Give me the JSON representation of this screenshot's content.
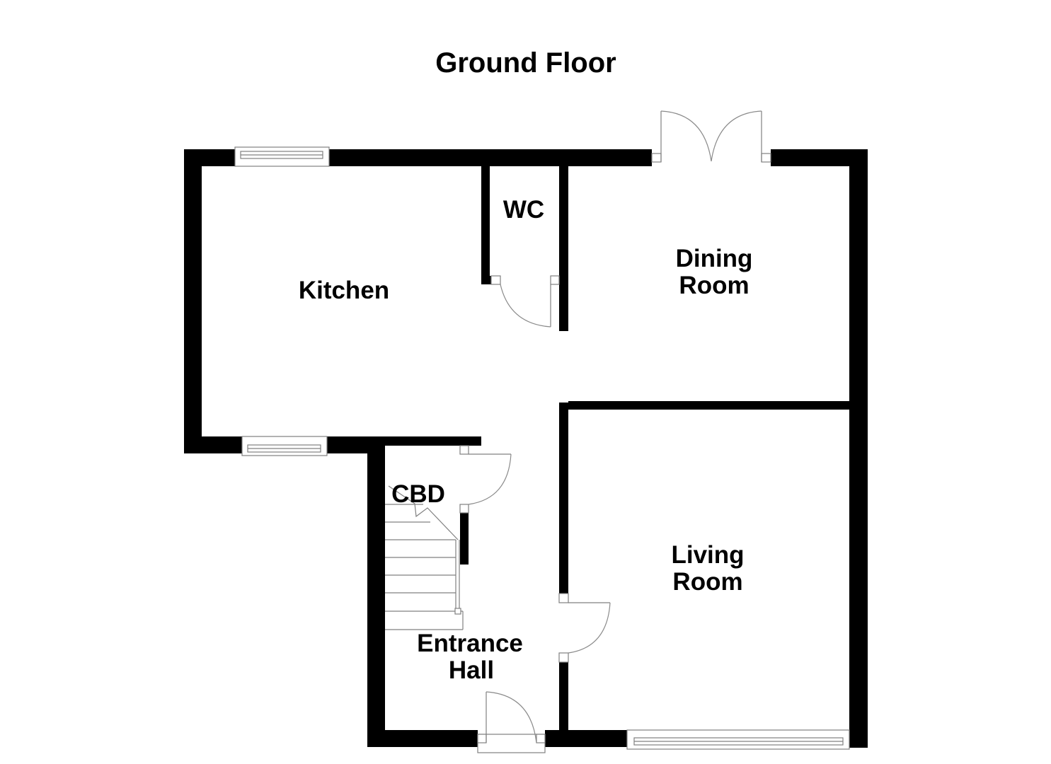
{
  "title": "Ground Floor",
  "colors": {
    "wall": "#000000",
    "fixture_stroke": "#808080",
    "background": "#ffffff"
  },
  "rooms": {
    "kitchen": {
      "label": "Kitchen"
    },
    "wc": {
      "label": "WC"
    },
    "dining": {
      "line1": "Dining",
      "line2": "Room"
    },
    "living": {
      "line1": "Living",
      "line2": "Room"
    },
    "cbd": {
      "label": "CBD"
    },
    "hall": {
      "line1": "Entrance",
      "line2": "Hall"
    }
  },
  "fixtures": {
    "windows": [
      "kitchen-north-window",
      "kitchen-south-window",
      "living-room-window"
    ],
    "doors": [
      "dining-french-doors",
      "wc-door",
      "cupboard-door",
      "living-room-door",
      "front-door"
    ],
    "stairs": "staircase"
  }
}
